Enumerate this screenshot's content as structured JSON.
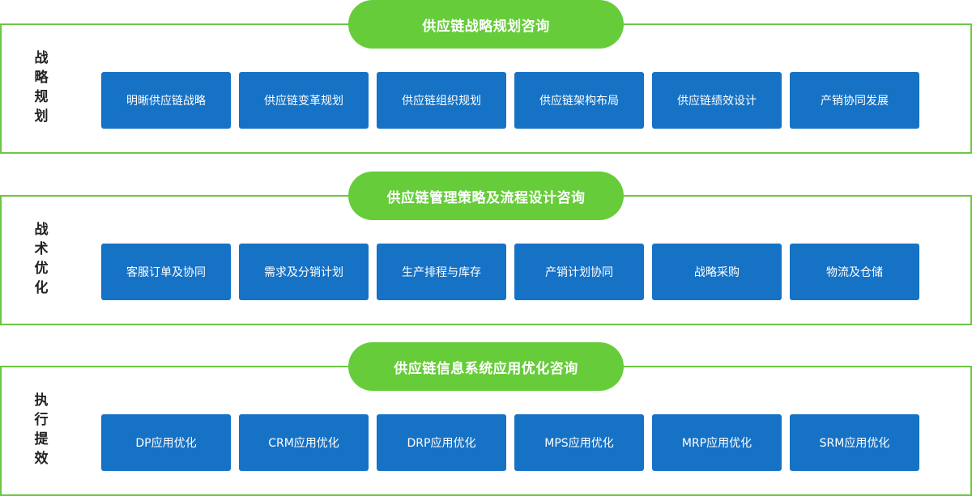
{
  "sections": [
    {
      "title": "供应链战略规划咨询",
      "label": "战略规划",
      "items": [
        "明晰供应链战略",
        "供应链变革规划",
        "供应链组织规划",
        "供应链架构布局",
        "供应链绩效设计",
        "产销协同发展"
      ]
    },
    {
      "title": "供应链管理策略及流程设计咨询",
      "label": "战术优化",
      "items": [
        "客服订单及协同",
        "需求及分销计划",
        "生产排程与库存",
        "产销计划协同",
        "战略采购",
        "物流及仓储"
      ]
    },
    {
      "title": "供应链信息系统应用优化咨询",
      "label": "执行提效",
      "items": [
        "DP应用优化",
        "CRM应用优化",
        "DRP应用优化",
        "MPS应用优化",
        "MRP应用优化",
        "SRM应用优化"
      ]
    }
  ],
  "colors": {
    "accent_green": "#66cc3a",
    "frame_green": "#6cc644",
    "box_blue": "#1672c5"
  }
}
